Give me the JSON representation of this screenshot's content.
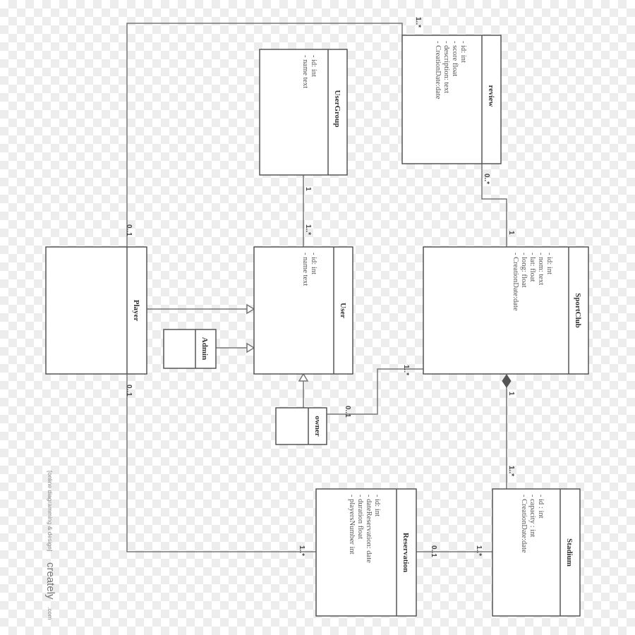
{
  "diagram": {
    "classes": {
      "user_group": {
        "name": "UserGroup",
        "attributes": [
          "- id: int",
          "- name text"
        ]
      },
      "review": {
        "name": "review",
        "attributes": [
          "- id: int",
          "- score float",
          "- description: text",
          "- CreationDate:date"
        ]
      },
      "player": {
        "name": "Player",
        "attributes": []
      },
      "user": {
        "name": "User",
        "attributes": [
          "- id: int",
          "- name text"
        ]
      },
      "sport_club": {
        "name": "SportClub",
        "attributes": [
          "- id: int",
          "- nom: text",
          "- lat: float",
          "- long: float",
          "- CreationDate:date"
        ]
      },
      "admin": {
        "name": "Admin",
        "attributes": []
      },
      "owner": {
        "name": "owner",
        "attributes": []
      },
      "reservation": {
        "name": "Reservation",
        "attributes": [
          "- id: int",
          "- dateReservation: date",
          "- duration float",
          "- playersNumber int"
        ]
      },
      "stadium": {
        "name": "Stadium",
        "attributes": [
          "- id : int",
          "- capacity : int",
          "- CreationDate:date"
        ]
      }
    },
    "multiplicities": {
      "player_review_review_end": "1..*",
      "player_review_player_end": "0..1",
      "usergroup_user_group_end": "1",
      "usergroup_user_user_end": "1..*",
      "review_club_review_end": "0..*",
      "review_club_club_end": "1",
      "owner_club_owner_end": "0..1",
      "owner_club_club_end": "1..*",
      "club_stadium_club_end": "1",
      "club_stadium_stadium_end": "1..*",
      "player_reservation_player_end": "0..1",
      "player_reservation_reservation_end": "1..*",
      "reservation_stadium_reservation_end": "0..1",
      "reservation_stadium_stadium_end": "1..*"
    },
    "watermark": {
      "line1": "[online diagramming & design]",
      "brand": "creately",
      "suffix": ".com"
    }
  }
}
